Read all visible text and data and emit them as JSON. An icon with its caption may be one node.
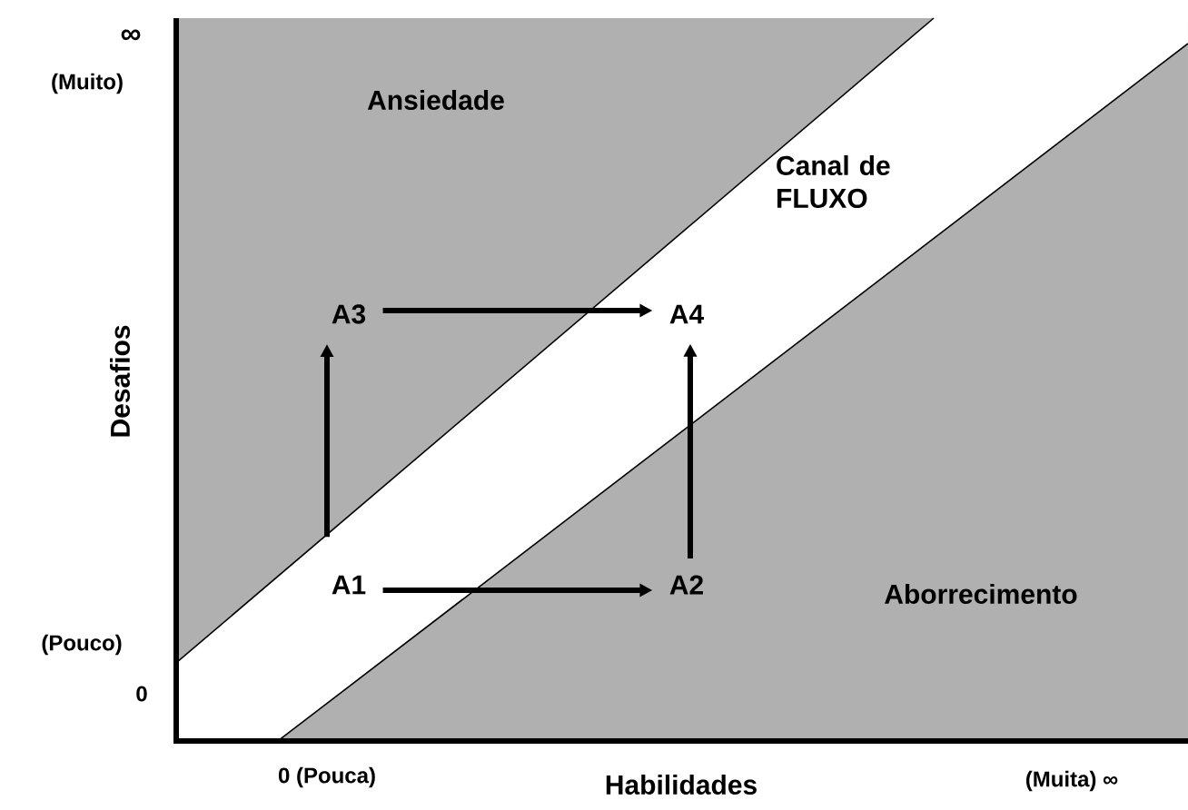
{
  "diagram": {
    "nodes": [
      {
        "text": [
          "A1"
        ]
      },
      {
        "text": [
          "A2"
        ]
      },
      {
        "text": [
          "A3"
        ]
      },
      {
        "text": [
          "A4"
        ]
      }
    ],
    "edges": [
      {
        "from": 0,
        "to": 2,
        "arrow": "to"
      },
      {
        "from": 0,
        "to": 1,
        "arrow": "to"
      },
      {
        "from": 2,
        "to": 3,
        "arrow": "to"
      },
      {
        "from": 1,
        "to": 3,
        "arrow": "to"
      }
    ],
    "labels": [
      "∞",
      "(Muito)",
      "Ansiedade",
      "Canal de FLUXO",
      "Desafios",
      "Aborrecimento",
      "(Pouco)",
      "0",
      "0 (Pouca)",
      "Habilidades",
      "(Muita) ∞"
    ]
  }
}
